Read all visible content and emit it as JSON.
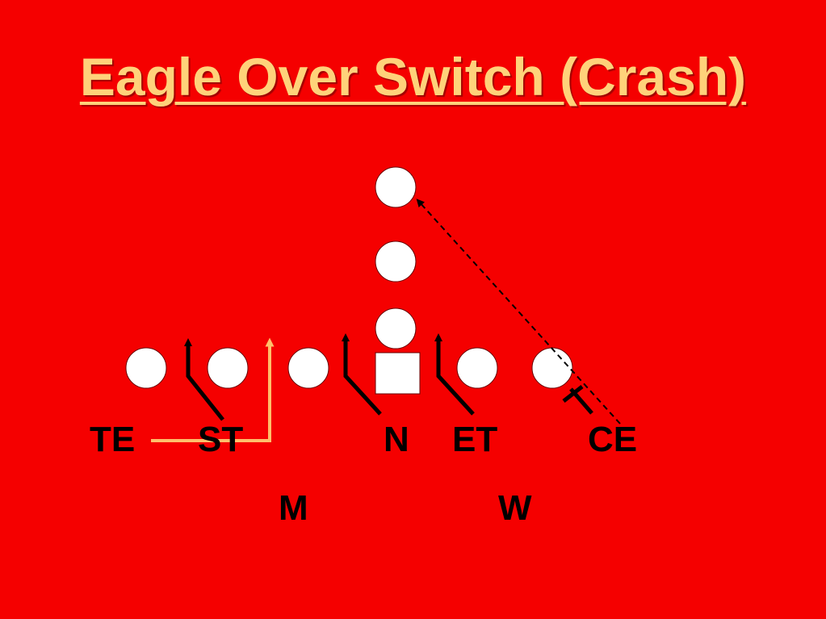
{
  "title": "Eagle Over Switch (Crash)",
  "labels": {
    "te": "TE",
    "st": "ST",
    "n": "N",
    "et": "ET",
    "ce": "CE",
    "m": "M",
    "w": "W"
  },
  "colors": {
    "background": "#f50000",
    "title": "#ffd27a",
    "player": "#ffffff",
    "stunt_arrow": "#000000",
    "rotation_route": "#ffbf6b"
  }
}
